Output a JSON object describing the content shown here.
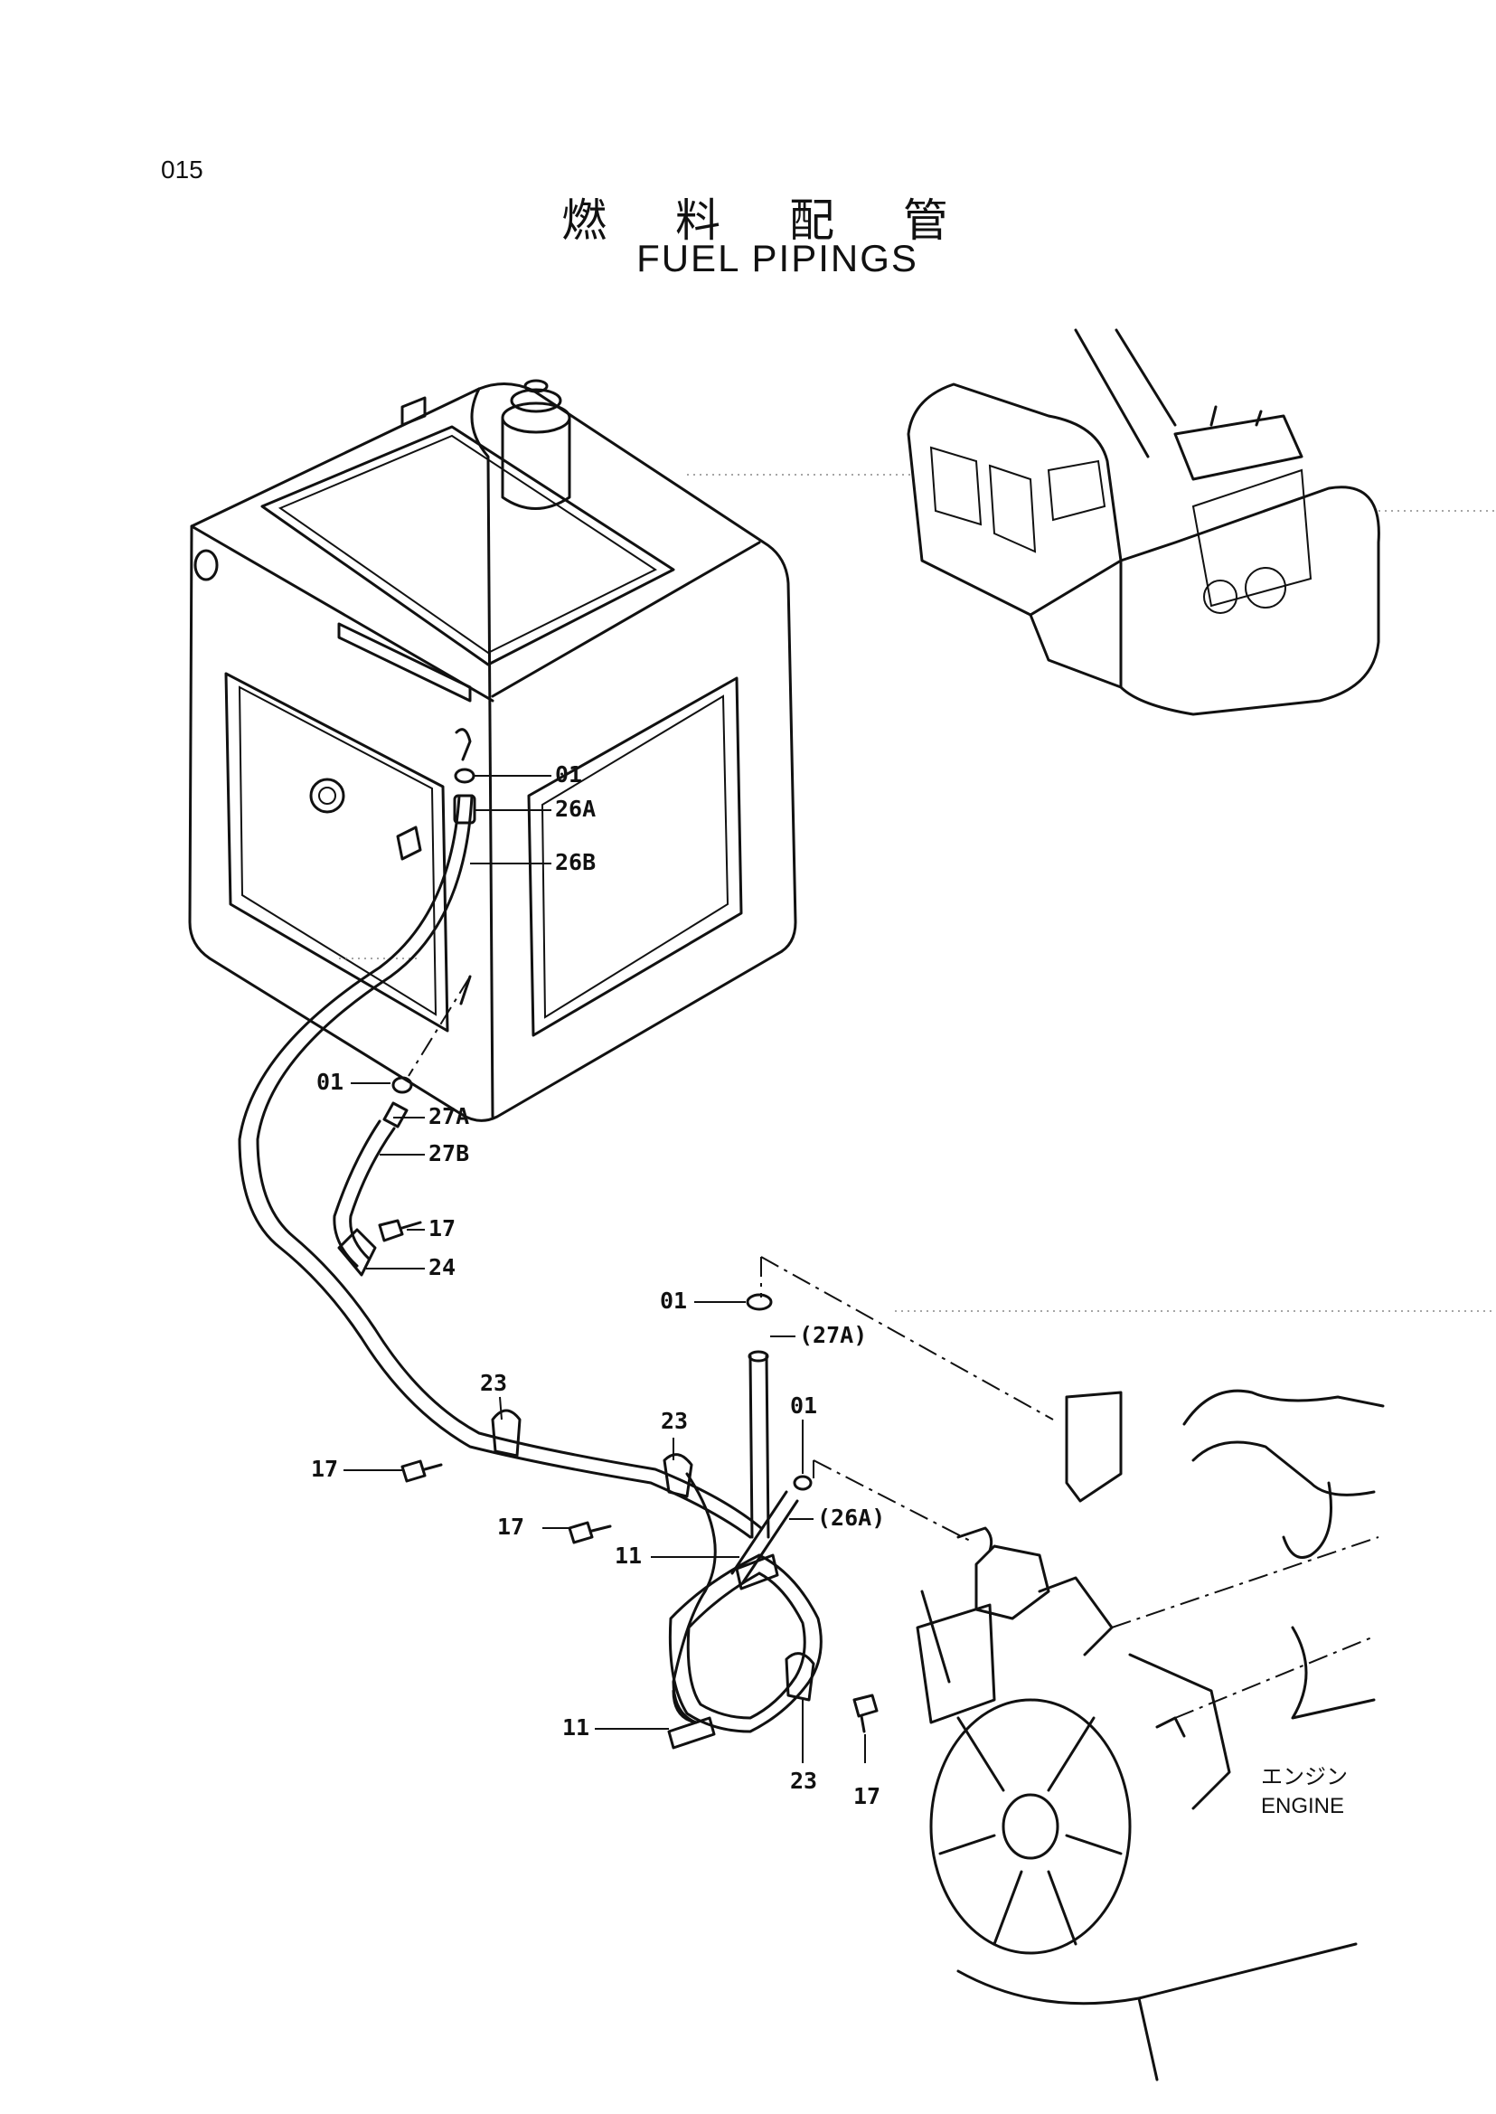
{
  "page": {
    "number": "015",
    "title_jp": "燃 料 配 管",
    "title_en": "FUEL PIPINGS"
  },
  "callouts": [
    {
      "id": "01",
      "label": "01"
    },
    {
      "id": "26A",
      "label": "26A"
    },
    {
      "id": "26B",
      "label": "26B"
    },
    {
      "id": "01b",
      "label": "01"
    },
    {
      "id": "27A",
      "label": "27A"
    },
    {
      "id": "27B",
      "label": "27B"
    },
    {
      "id": "17a",
      "label": "17"
    },
    {
      "id": "24",
      "label": "24"
    },
    {
      "id": "01c",
      "label": "01"
    },
    {
      "id": "27A-ref",
      "label": "(27A)"
    },
    {
      "id": "23a",
      "label": "23"
    },
    {
      "id": "23b",
      "label": "23"
    },
    {
      "id": "01d",
      "label": "01"
    },
    {
      "id": "17b",
      "label": "17"
    },
    {
      "id": "17c",
      "label": "17"
    },
    {
      "id": "26A-ref",
      "label": "(26A)"
    },
    {
      "id": "11a",
      "label": "11"
    },
    {
      "id": "11b",
      "label": "11"
    },
    {
      "id": "23c",
      "label": "23"
    },
    {
      "id": "17d",
      "label": "17"
    }
  ],
  "engine_label": {
    "jp": "エンジン",
    "en": "ENGINE"
  }
}
